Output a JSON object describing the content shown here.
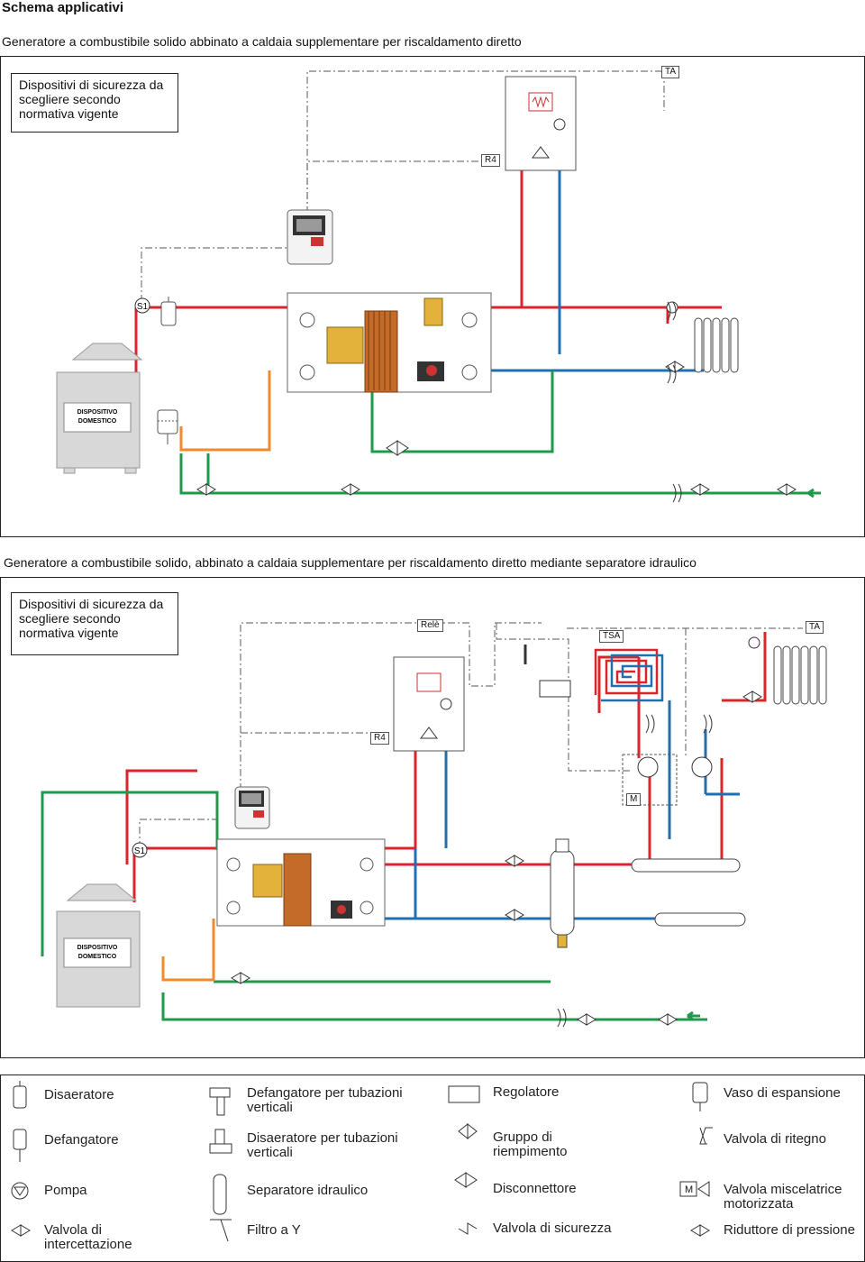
{
  "header": {
    "title": "Schema applicativi"
  },
  "scheme1": {
    "subtitle": "Generatore a combustibile solido abbinato a caldaia supplementare per riscaldamento diretto",
    "note": "Dispositivi di sicurezza da scegliere secondo normativa vigente",
    "tags": {
      "ta": "TA",
      "r4": "R4",
      "s1": "S1"
    },
    "boiler_label": "DISPOSITIVO DOMESTICO"
  },
  "scheme2": {
    "subtitle": "Generatore a combustibile solido, abbinato a caldaia supplementare per riscaldamento diretto mediante separatore idraulico",
    "note": "Dispositivi di sicurezza da scegliere secondo normativa vigente",
    "tags": {
      "rele": "Relè",
      "tsa": "TSA",
      "ta": "TA",
      "r4": "R4",
      "s1": "S1",
      "m": "M"
    },
    "boiler_label": "DISPOSITIVO DOMESTICO"
  },
  "legend": {
    "items": [
      {
        "label": "Disaeratore",
        "icon": "deaerator-icon"
      },
      {
        "label": "Defangatore per tubazioni verticali",
        "icon": "vertical-dirt-separator-icon"
      },
      {
        "label": "Regolatore",
        "icon": "regulator-icon"
      },
      {
        "label": "Vaso di espansione",
        "icon": "expansion-vessel-icon"
      },
      {
        "label": "Defangatore",
        "icon": "dirt-separator-icon"
      },
      {
        "label": "Disaeratore per tubazioni verticali",
        "icon": "vertical-deaerator-icon"
      },
      {
        "label": "Gruppo di riempimento",
        "icon": "filling-unit-icon"
      },
      {
        "label": "Valvola di ritegno",
        "icon": "check-valve-icon"
      },
      {
        "label": "Pompa",
        "icon": "pump-icon"
      },
      {
        "label": "Separatore idraulico",
        "icon": "hydraulic-separator-icon"
      },
      {
        "label": "Disconnettore",
        "icon": "backflow-preventer-icon"
      },
      {
        "label": "Valvola miscelatrice motorizzata",
        "icon": "motorized-mixing-valve-icon"
      },
      {
        "label": "Valvola di intercettazione",
        "icon": "shutoff-valve-icon"
      },
      {
        "label": "Filtro a Y",
        "icon": "y-filter-icon"
      },
      {
        "label": "Valvola di sicurezza",
        "icon": "safety-valve-icon"
      },
      {
        "label": "Riduttore di pressione",
        "icon": "pressure-reducer-icon"
      }
    ]
  },
  "colors": {
    "hot": "#d9262c",
    "cold": "#1f6fb3",
    "water": "#1e9a4a",
    "orange": "#ef8a2e",
    "signal": "#777777"
  }
}
